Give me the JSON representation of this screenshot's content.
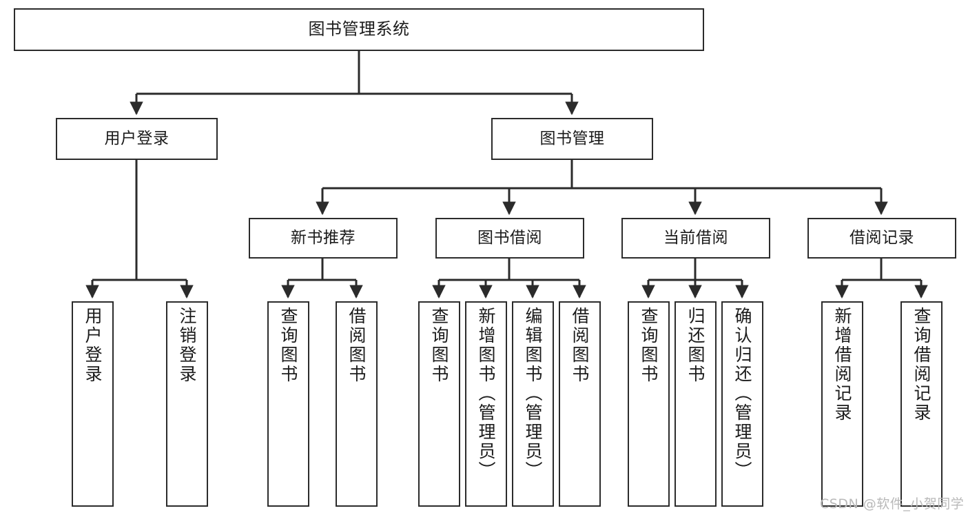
{
  "diagram": {
    "title": "图书管理系统",
    "type": "tree-hierarchy",
    "line_color": "#2b2b2b",
    "box_fill": "#ffffff",
    "text_color": "#1b1b1b",
    "watermark": "CSDN @软件_小贺同学"
  },
  "nodes": {
    "root": {
      "label": "图书管理系统"
    },
    "level1": [
      {
        "label": "用户登录"
      },
      {
        "label": "图书管理"
      }
    ],
    "level2": [
      {
        "label": "新书推荐"
      },
      {
        "label": "图书借阅"
      },
      {
        "label": "当前借阅"
      },
      {
        "label": "借阅记录"
      }
    ],
    "leaves_user_login": [
      {
        "label": "用户登录"
      },
      {
        "label": "注销登录"
      }
    ],
    "leaves_new_books": [
      {
        "label": "查询图书"
      },
      {
        "label": "借阅图书"
      }
    ],
    "leaves_borrow": [
      {
        "label": "查询图书"
      },
      {
        "label": "新增图书（管理员）"
      },
      {
        "label": "编辑图书（管理员）"
      },
      {
        "label": "借阅图书"
      }
    ],
    "leaves_current": [
      {
        "label": "查询图书"
      },
      {
        "label": "归还图书"
      },
      {
        "label": "确认归还（管理员）"
      }
    ],
    "leaves_records": [
      {
        "label": "新增借阅记录"
      },
      {
        "label": "查询借阅记录"
      }
    ]
  }
}
